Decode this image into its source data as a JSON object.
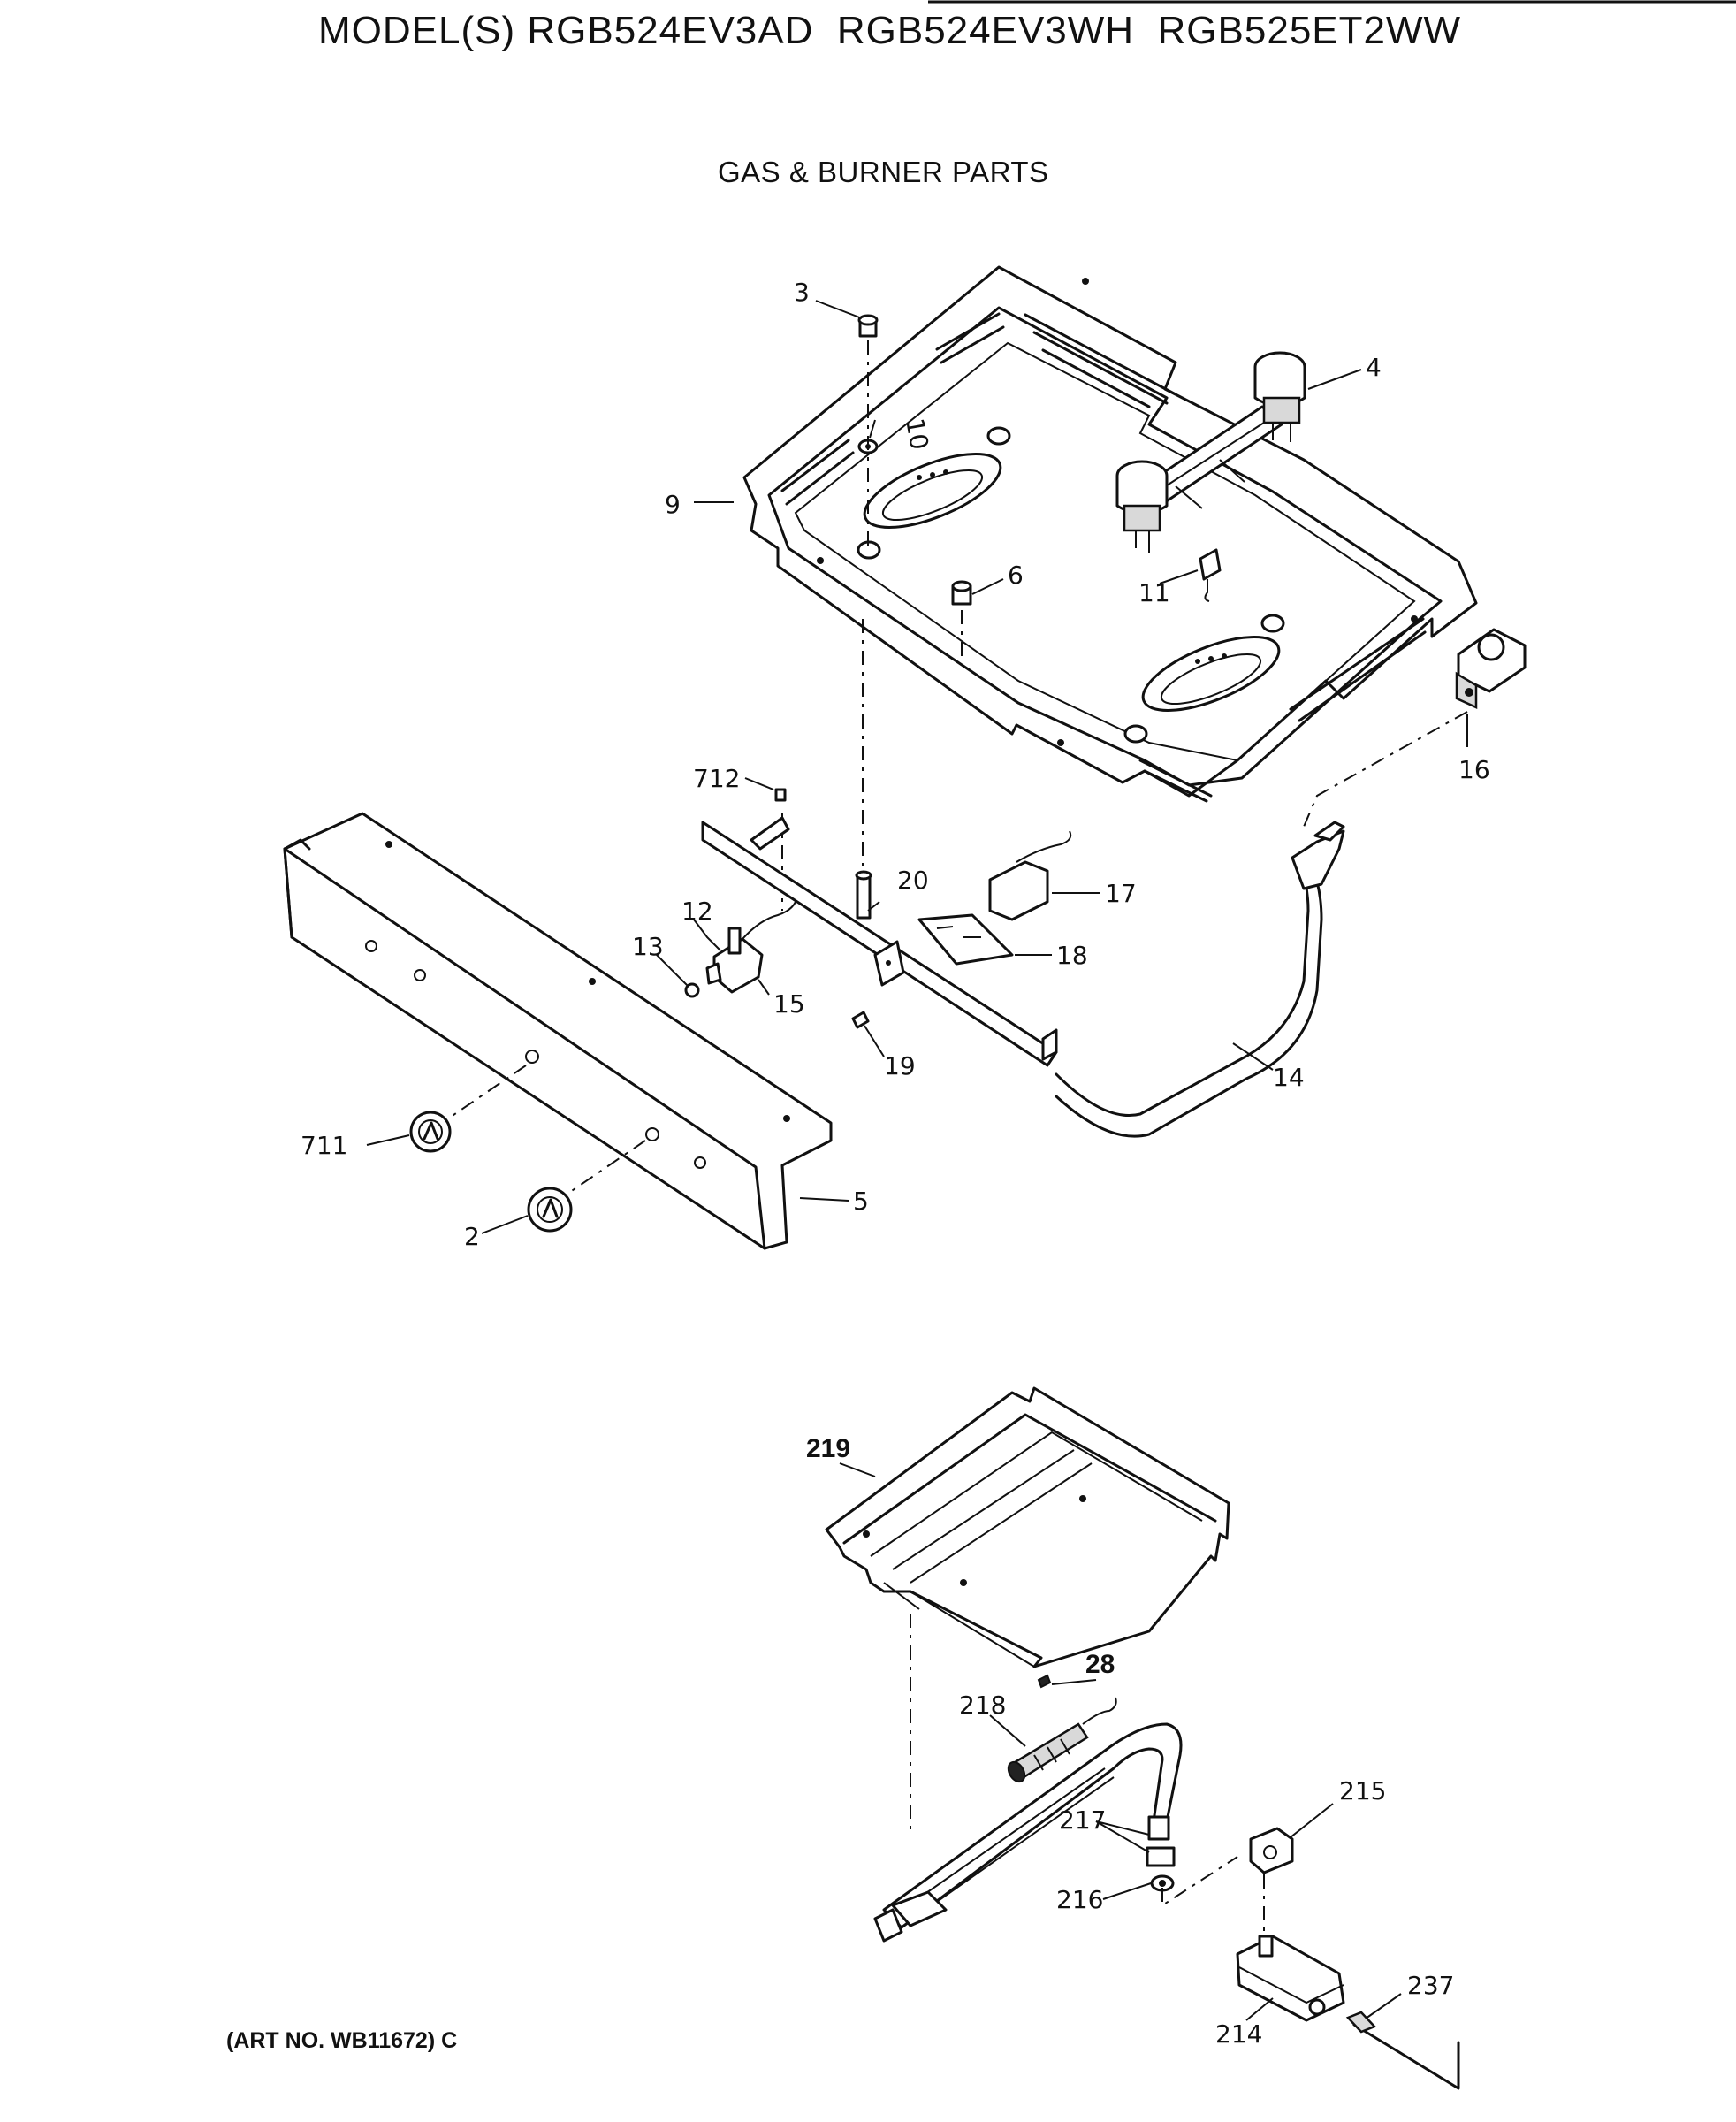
{
  "header": {
    "title": "MODEL(S) RGB524EV3AD  RGB524EV3WH  RGB525ET2WW",
    "section": "GAS & BURNER PARTS"
  },
  "footer": {
    "art_no": "(ART NO. WB11672) C"
  },
  "callouts": {
    "p3": "3",
    "p4": "4",
    "p9": "9",
    "p10": "10",
    "p6": "6",
    "p11": "11",
    "p16": "16",
    "p712": "712",
    "p20": "20",
    "p17": "17",
    "p12": "12",
    "p13": "13",
    "p15": "15",
    "p18": "18",
    "p19": "19",
    "p14": "14",
    "p711": "711",
    "p2": "2",
    "p5": "5",
    "p219": "219",
    "p28": "28",
    "p218": "218",
    "p215": "215",
    "p217": "217",
    "p216": "216",
    "p237": "237",
    "p214": "214"
  }
}
